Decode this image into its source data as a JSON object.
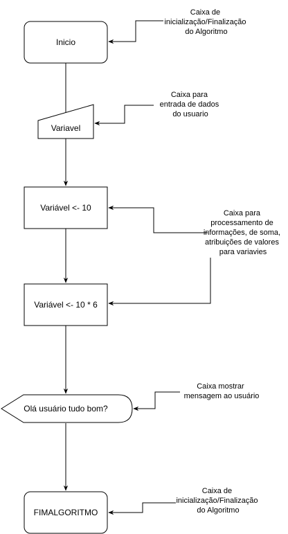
{
  "nodes": {
    "inicio": "Inicio",
    "variavel_input": "Variavel",
    "process_1": "Variável <- 10",
    "process_2": "Variável <- 10 * 6",
    "display": "Olá usuário tudo bom?",
    "fim": "FIMALGORITMO"
  },
  "notes": {
    "terminator_top": [
      "Caixa de",
      "inicialização/Finalização",
      "do Algoritmo"
    ],
    "input": [
      "Caixa para",
      "entrada de dados",
      "do usuario"
    ],
    "process": [
      "Caixa para",
      "processamento de",
      "informações, de soma,",
      "atribuições de valores",
      "para variavies"
    ],
    "display": [
      "Caixa mostrar",
      "mensagem ao usuário"
    ],
    "terminator_bottom": [
      "Caixa de",
      "inicialização/Finalização",
      "do Algoritmo"
    ]
  }
}
